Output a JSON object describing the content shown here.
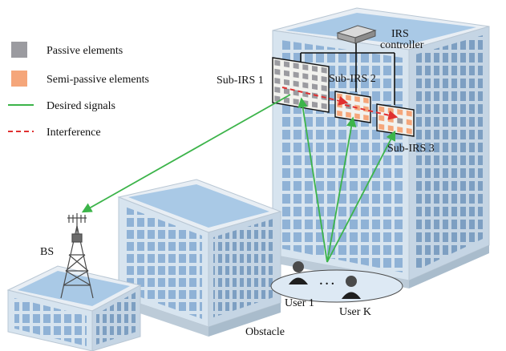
{
  "legend": {
    "passive": "Passive elements",
    "semi_passive": "Semi-passive elements",
    "desired": "Desired signals",
    "interference": "Interference"
  },
  "labels": {
    "irs_controller_line1": "IRS",
    "irs_controller_line2": "controller",
    "sub_irs_1": "Sub-IRS 1",
    "sub_irs_2": "Sub-IRS 2",
    "sub_irs_3": "Sub-IRS 3",
    "bs": "BS",
    "user_1": "User 1",
    "user_k": "User K",
    "ellipsis": "• • •",
    "obstacle": "Obstacle"
  },
  "colors": {
    "passive": "#9b9ba0",
    "semi_passive": "#f5a67a",
    "desired": "#3cb44a",
    "interference": "#e03030",
    "building_face": "#d7e4ef",
    "window": "#8fb2d6",
    "roof": "#a9c9e6"
  }
}
